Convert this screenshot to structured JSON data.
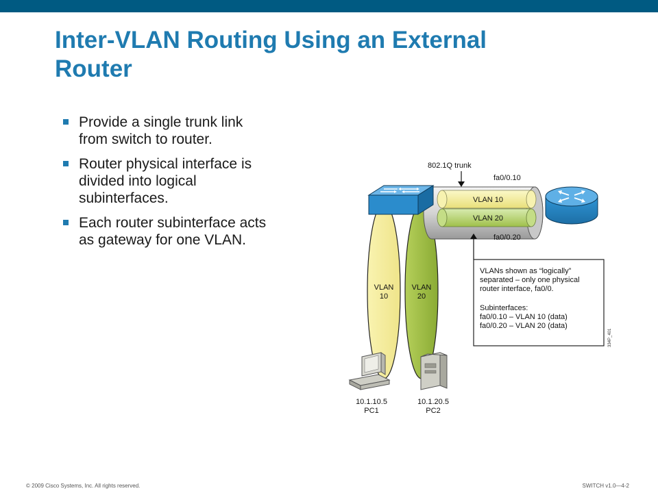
{
  "slide": {
    "title_lines": [
      "Inter-VLAN Routing Using an External",
      "Router"
    ],
    "bullets": [
      {
        "lines": [
          "Provide a single trunk link",
          "from switch to router."
        ]
      },
      {
        "lines": [
          "Router physical interface is",
          "divided into logical",
          "subinterfaces."
        ]
      },
      {
        "lines": [
          "Each router subinterface acts",
          "as gateway for one VLAN."
        ]
      }
    ]
  },
  "diagram": {
    "trunk_label": "802.1Q trunk",
    "subif_top": "fa0/0.10",
    "subif_bottom": "fa0/0.20",
    "pipe_vlan10": "VLAN 10",
    "pipe_vlan20": "VLAN 20",
    "oval_vlan10": [
      "VLAN",
      "10"
    ],
    "oval_vlan20": [
      "VLAN",
      "20"
    ],
    "note_lines": [
      "VLANs shown as “logically”",
      "separated – only one physical",
      "router interface, fa0/0.",
      "",
      "Subinterfaces:",
      "fa0/0.10 – VLAN 10 (data)",
      "fa0/0.20 – VLAN 20 (data)"
    ],
    "figure_id": "334P_401",
    "pc1": {
      "ip": "10.1.10.5",
      "name": "PC1"
    },
    "pc2": {
      "ip": "10.1.20.5",
      "name": "PC2"
    }
  },
  "footer": {
    "copyright": "© 2009 Cisco Systems, Inc. All rights reserved.",
    "slide_ref": "SWITCH v1.0—4-2"
  },
  "colors": {
    "title": "#1f7bb0",
    "top_bar": "#005a82",
    "vlan10": "#f6f0a0",
    "vlan20": "#9dbd3e",
    "device_blue": "#2f8fcf"
  }
}
